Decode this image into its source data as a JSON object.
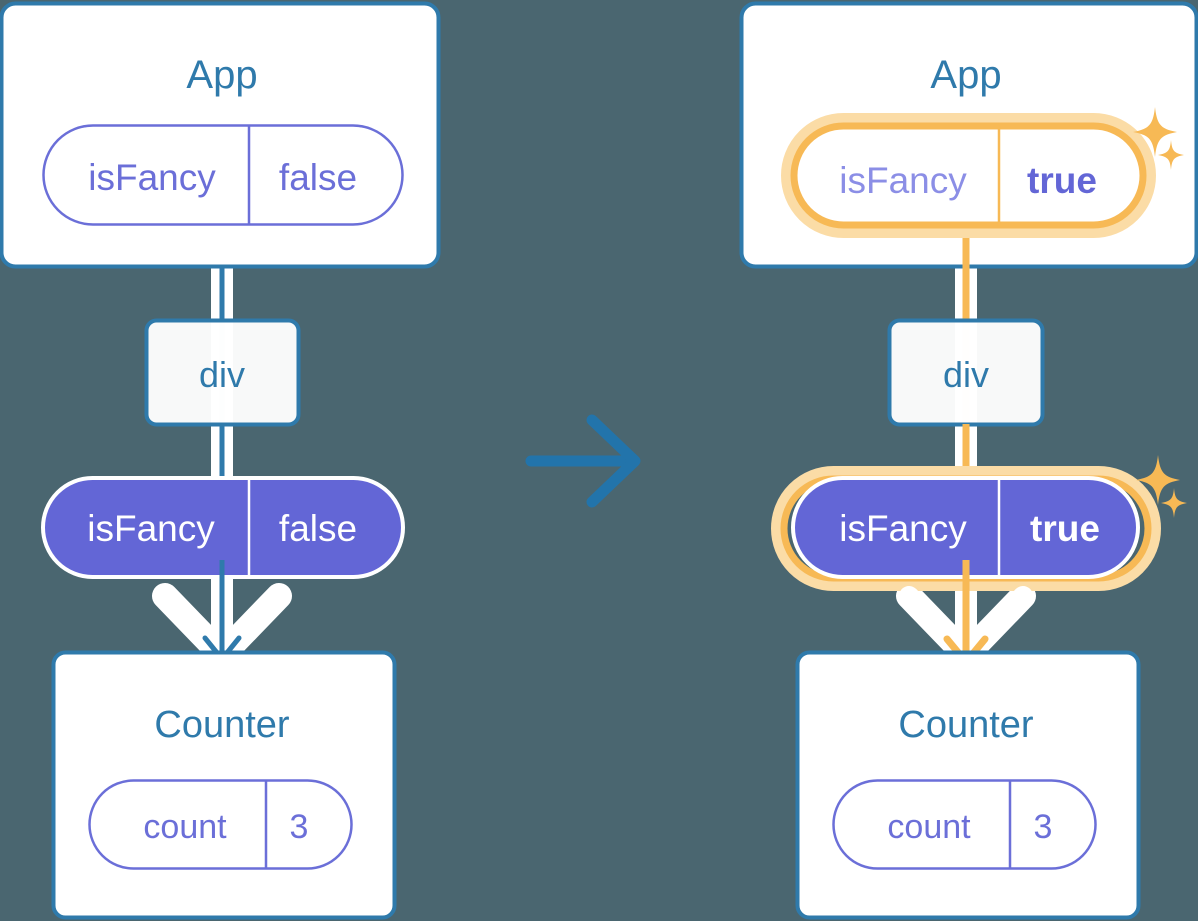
{
  "meta": {
    "title": "React state propagation diagram: App isFancy false to true",
    "background_color": "#4a6670"
  },
  "colors": {
    "card_border": "#2f7aab",
    "card_fill": "#ffffff",
    "title_text": "#2f7aab",
    "pill_outline": "#6b6fd8",
    "pill_text": "#6b6fd8",
    "pill_filled_bg": "#6366d6",
    "pill_filled_text": "#ffffff",
    "highlight": "#f7b955",
    "highlight_glow": "#fbdca6",
    "line_blue": "#2f7aab",
    "line_orange": "#f7b955",
    "halo_white": "#ffffff",
    "arrow_center": "#2274ab"
  },
  "left_diagram": {
    "app_card": {
      "title": "App",
      "pill": {
        "key": "isFancy",
        "value": "false",
        "style": "outline",
        "highlighted": false,
        "value_bold": false
      }
    },
    "div_node": {
      "label": "div"
    },
    "props_pill": {
      "key": "isFancy",
      "value": "false",
      "style": "filled",
      "highlighted": false,
      "value_bold": false
    },
    "counter_card": {
      "title": "Counter",
      "pill": {
        "key": "count",
        "value": "3",
        "style": "outline",
        "highlighted": false,
        "value_bold": false
      }
    },
    "flow_color": "#2f7aab"
  },
  "right_diagram": {
    "app_card": {
      "title": "App",
      "pill": {
        "key": "isFancy",
        "value": "true",
        "style": "outline",
        "highlighted": true,
        "value_bold": true
      },
      "sparkle": "sparkle-icon"
    },
    "div_node": {
      "label": "div"
    },
    "props_pill": {
      "key": "isFancy",
      "value": "true",
      "style": "filled",
      "highlighted": true,
      "value_bold": true,
      "sparkle": "sparkle-icon"
    },
    "counter_card": {
      "title": "Counter",
      "pill": {
        "key": "count",
        "value": "3",
        "style": "outline",
        "highlighted": false,
        "value_bold": false
      }
    },
    "flow_color": "#f7b955"
  },
  "transition_arrow": {
    "icon": "arrow-right-icon",
    "color": "#2274ab"
  }
}
